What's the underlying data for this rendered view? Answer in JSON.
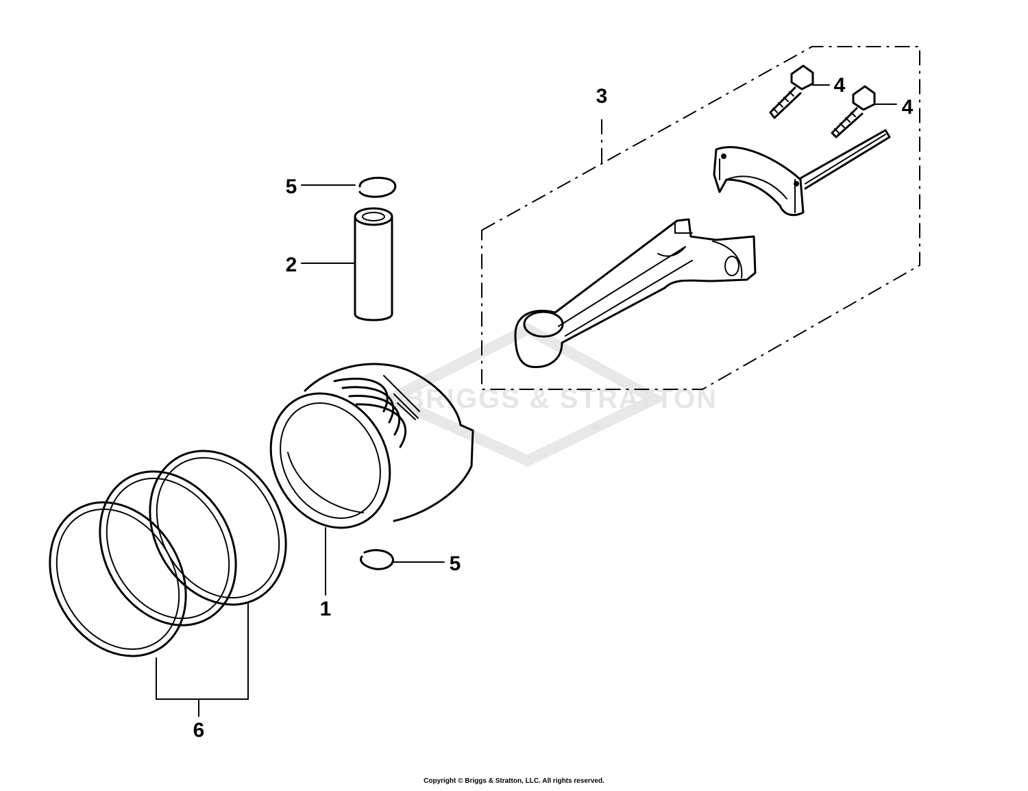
{
  "watermark": {
    "text": "BRIGGS & STRATTON",
    "mark": "®",
    "color": "#e6e6e6"
  },
  "callouts": {
    "piston": "1",
    "piston_pin": "2",
    "connecting_rod_assembly": "3",
    "rod_bolt_left": "4",
    "rod_bolt_right": "4",
    "pin_clip_top": "5",
    "pin_clip_bottom": "5",
    "piston_ring_set": "6"
  },
  "footer": {
    "copyright": "Copyright © Briggs & Stratton, LLC. All rights reserved."
  }
}
